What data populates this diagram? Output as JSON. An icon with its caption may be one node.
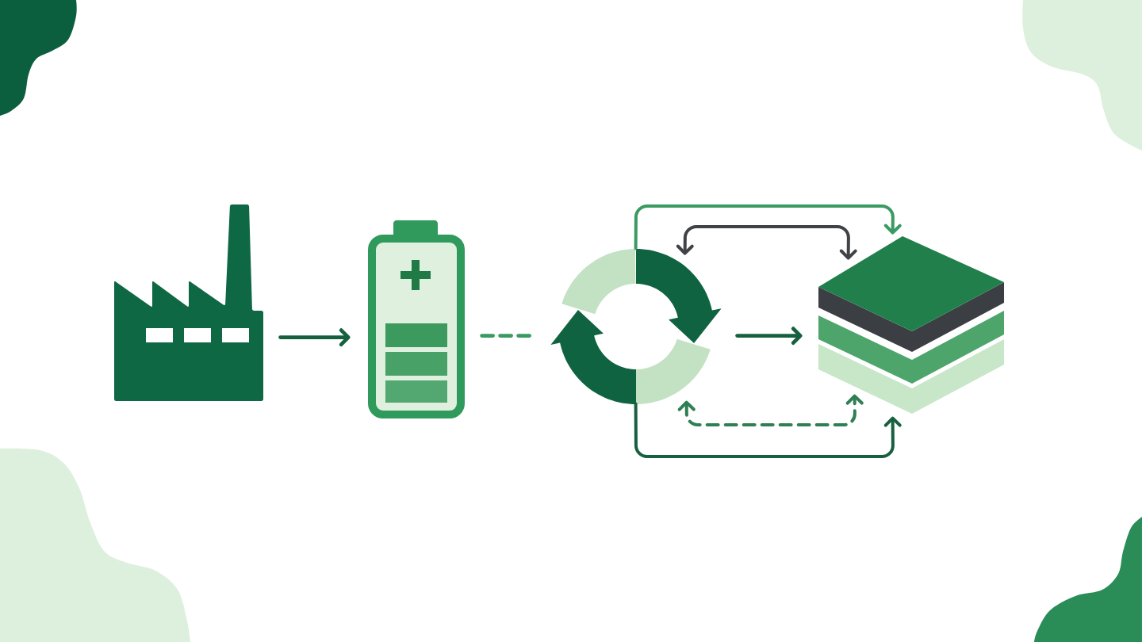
{
  "diagram": {
    "nodes": [
      {
        "text": [],
        "shape": "picture"
      },
      {
        "text": [],
        "shape": "picture"
      },
      {
        "text": [],
        "shape": "picture"
      },
      {
        "text": [],
        "shape": "picture"
      }
    ],
    "edges": [
      {
        "from": 0,
        "to": 1,
        "arrow": "to"
      },
      {
        "from": 1,
        "to": 2,
        "arrow": "none",
        "style": "dashed",
        "color": "#3a9a62"
      },
      {
        "from": 2,
        "to": 3,
        "arrow": "to"
      },
      {
        "from": 2,
        "to": 3,
        "arrow": "to",
        "color": "#3a9a62"
      },
      {
        "from": 2,
        "to": 3,
        "arrow": "both",
        "color": "#3e4347"
      },
      {
        "from": 2,
        "to": 3,
        "arrow": "both",
        "style": "dashed",
        "color": "#2f7f55"
      },
      {
        "from": 2,
        "to": 3,
        "arrow": "to"
      }
    ]
  }
}
